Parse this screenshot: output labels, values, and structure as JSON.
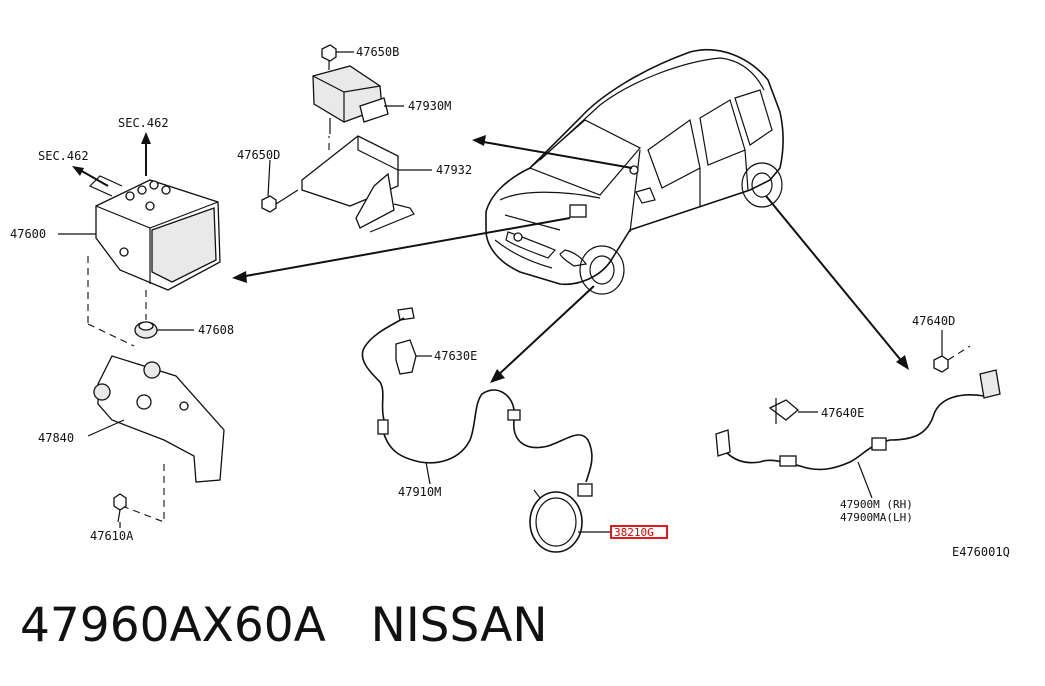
{
  "diagram": {
    "code": "E476001Q",
    "labels": {
      "sec_462_top": "SEC.462",
      "sec_462_left": "SEC.462",
      "p47650B": "47650B",
      "p47930M": "47930M",
      "p47650D": "47650D",
      "p47932": "47932",
      "p47600": "47600",
      "p47608": "47608",
      "p47840": "47840",
      "p47610A": "47610A",
      "p47630E": "47630E",
      "p47910M": "47910M",
      "p38210G": "38210G",
      "p47640D": "47640D",
      "p47640E": "47640E",
      "p47900M": "47900M (RH)",
      "p47900MA": "47900MA(LH)"
    },
    "highlighted_part": "38210G",
    "highlight_color": "#e00000"
  },
  "caption": {
    "part_number": "47960AX60A",
    "brand": "NISSAN"
  }
}
